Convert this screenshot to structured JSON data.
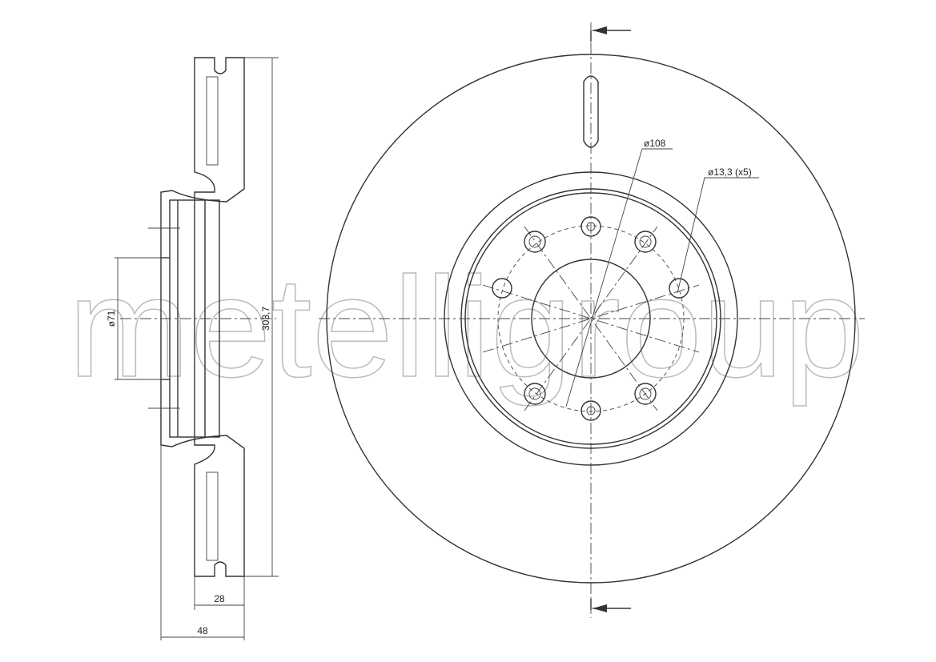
{
  "watermark": "metelligroup",
  "dimensions": {
    "outer_diameter": "303,7",
    "center_bore": "ø71",
    "thickness": "28",
    "height": "48",
    "bolt_circle": "ø108",
    "bolt_holes": "ø13,3 (x5)"
  },
  "colors": {
    "line": "#333333",
    "watermark": "#bbbbbb"
  }
}
